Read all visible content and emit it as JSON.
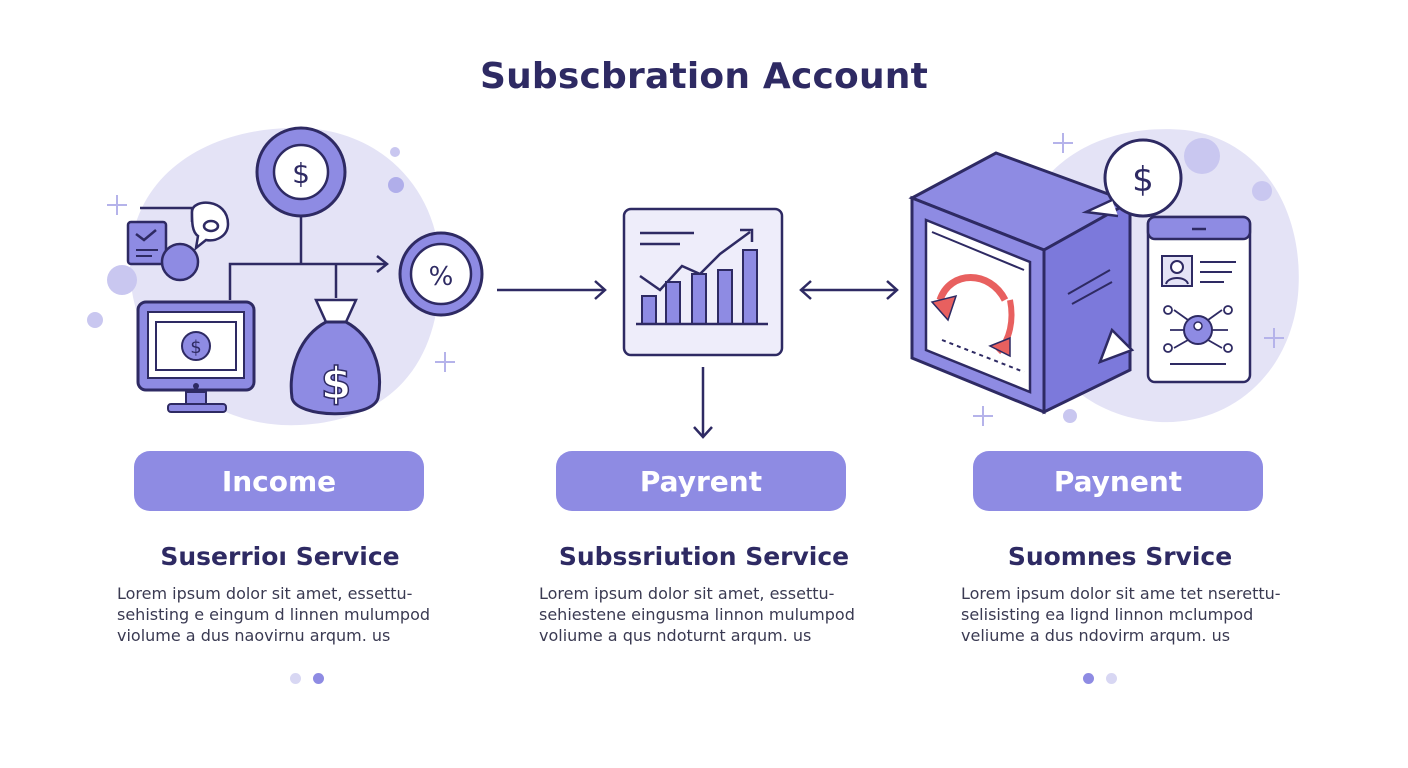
{
  "title": "Subscbration Account",
  "columns": [
    {
      "pill": "Income",
      "heading": "Suserrioı Service",
      "body": "Lorem ipsum dolor sit amet, essettu-\nsehisting e eingum d linnen mulumpod\nviolume a dus naovirnu arqum.            us"
    },
    {
      "pill": "Payrent",
      "heading": "Subssriution Service",
      "body": "Lorem ipsum dolor sit amet, essettu-\nsehiestene eingusma linnon mulumpod\nvoliume a qus ndoturnt arqum.            us"
    },
    {
      "pill": "Paynent",
      "heading": "Suomnes Srvice",
      "body": "Lorem ipsum dolor sit ame tet nserettu-\nselisisting ea lignd linnon mclumpod\nveliume a dus ndovirm arqum.            us"
    }
  ],
  "icons": {
    "dollar": "$",
    "percent": "%"
  },
  "colors": {
    "accent": "#8e8be3",
    "accent_dark": "#6f6cd6",
    "outline": "#2e2a63",
    "blob": "#e4e3f6",
    "arrow_red": "#e8605f"
  },
  "pagination": [
    {
      "active": 1,
      "count": 2
    },
    {
      "active": 0,
      "count": 2
    }
  ]
}
